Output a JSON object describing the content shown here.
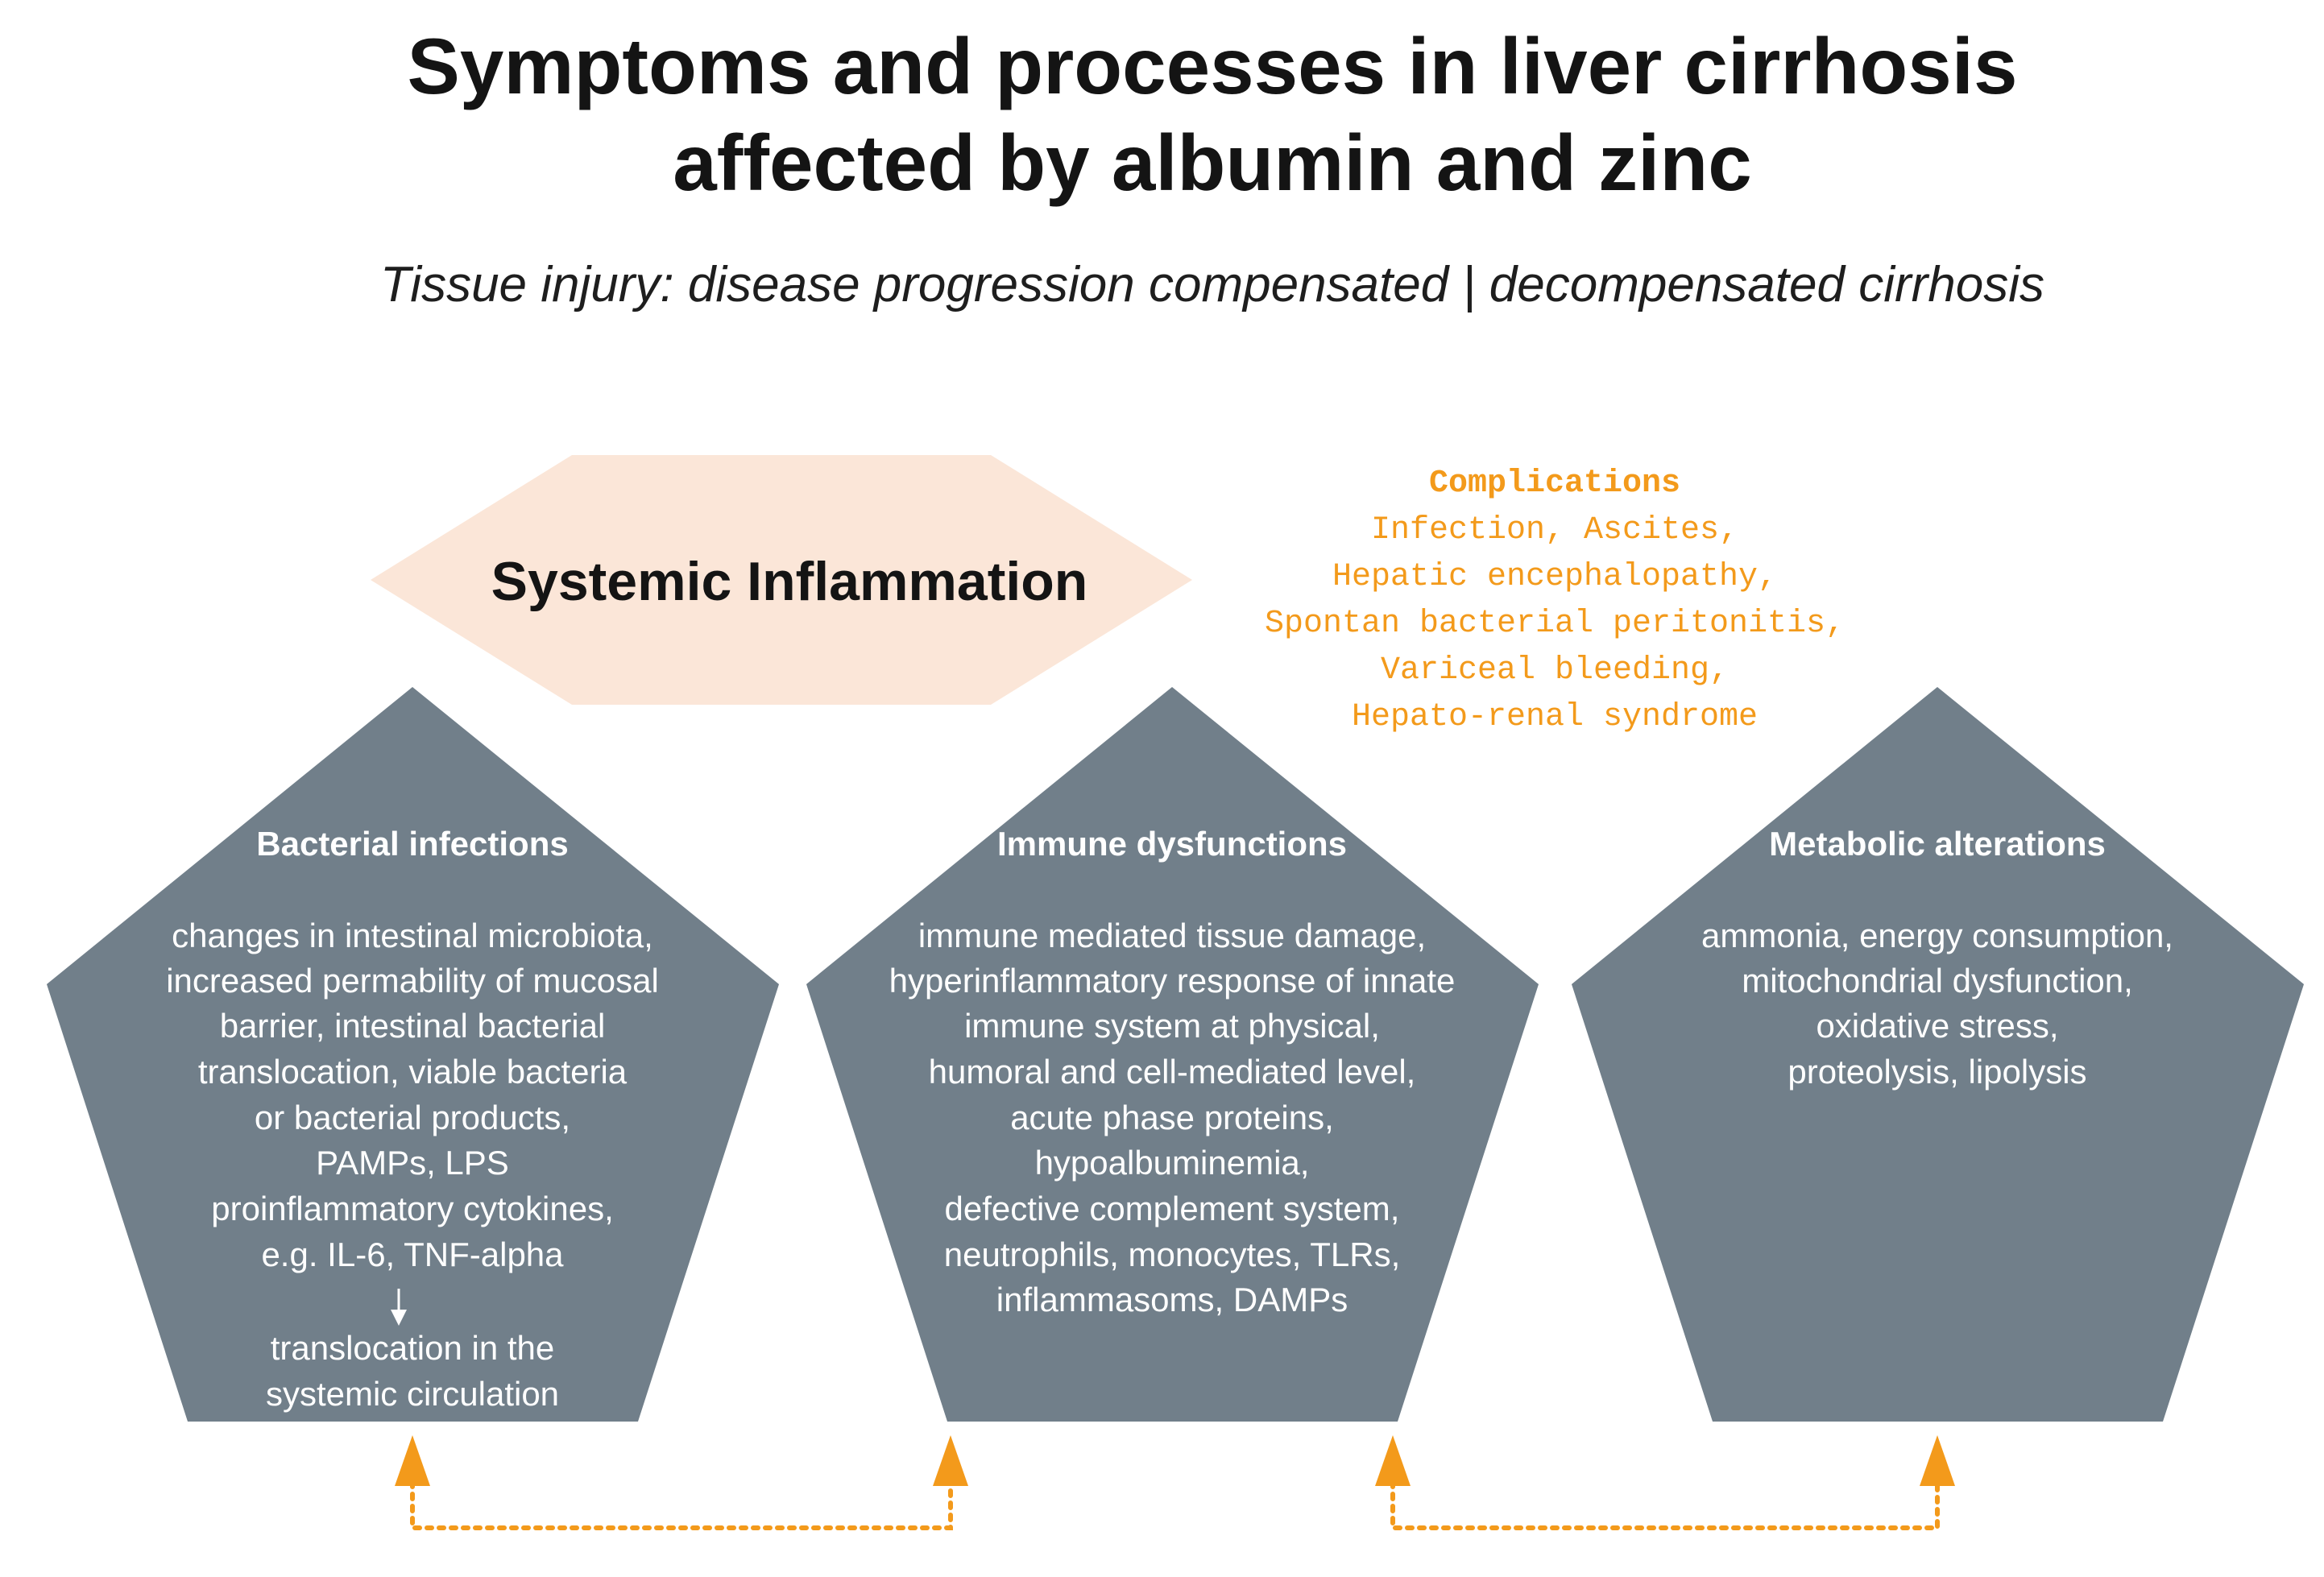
{
  "title_lines": [
    "Symptoms and processes in liver cirrhosis",
    "affected by albumin and zinc"
  ],
  "subtitle": "Tissue injury: disease progression compensated | decompensated cirrhosis",
  "center_label": "Systemic Inflammation",
  "complications": {
    "title": "Complications",
    "lines": [
      "Infection, Ascites,",
      "Hepatic encephalopathy,",
      "Spontan bacterial peritonitis,",
      "Variceal bleeding,",
      "Hepato-renal syndrome"
    ]
  },
  "pentagons": [
    {
      "title": "Bacterial infections",
      "lines": [
        "changes in intestinal microbiota,",
        "increased permability of mucosal",
        "barrier, intestinal bacterial",
        "translocation, viable bacteria",
        "or bacterial products,",
        "PAMPs, LPS",
        "proinflammatory cytokines,",
        "e.g. IL-6, TNF-alpha"
      ],
      "after_arrow": [
        "translocation in the",
        "systemic circulation"
      ]
    },
    {
      "title": "Immune dysfunctions",
      "lines": [
        "immune mediated tissue damage,",
        "hyperinflammatory response of innate",
        "immune system at physical,",
        "humoral and cell-mediated level,",
        "acute phase proteins,",
        "hypoalbuminemia,",
        "defective complement system,",
        "neutrophils, monocytes, TLRs,",
        "inflammasoms, DAMPs"
      ]
    },
    {
      "title": "Metabolic alterations",
      "lines": [
        "ammonia, energy consumption,",
        "mitochondrial dysfunction,",
        "oxidative stress,",
        "proteolysis, lipolysis"
      ]
    }
  ],
  "colors": {
    "pentagon_fill": "#717f8a",
    "hexagon_fill": "#fbe6d8",
    "accent_orange": "#f39a1b",
    "text_dark": "#141414"
  }
}
